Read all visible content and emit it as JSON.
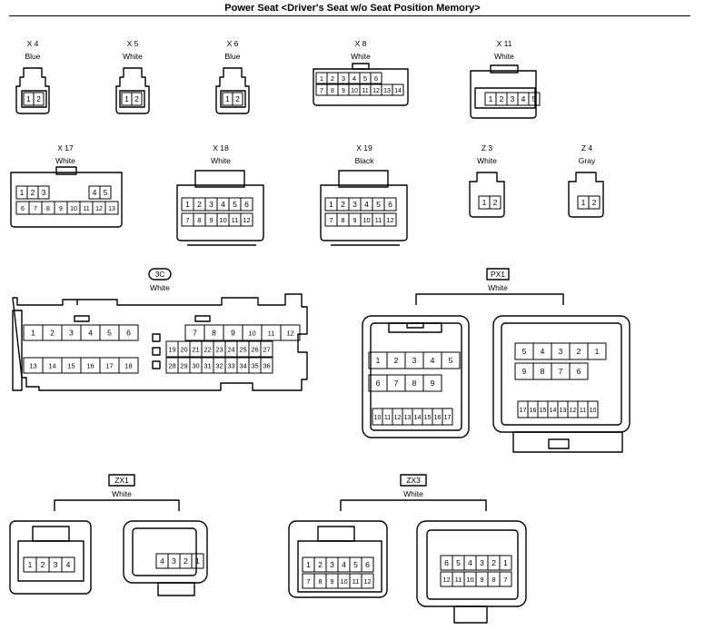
{
  "title": "Power Seat <Driver's Seat w/o Seat Position Memory>",
  "connectors": {
    "x4": {
      "id": "X 4",
      "color": "Blue",
      "pins": [
        "1",
        "2"
      ]
    },
    "x5": {
      "id": "X 5",
      "color": "White",
      "pins": [
        "1",
        "2"
      ]
    },
    "x6": {
      "id": "X 6",
      "color": "Blue",
      "pins": [
        "1",
        "2"
      ]
    },
    "x8": {
      "id": "X 8",
      "color": "White",
      "row1": [
        "1",
        "2",
        "3",
        "4",
        "5",
        "6"
      ],
      "row2": [
        "7",
        "8",
        "9",
        "10",
        "11",
        "12",
        "13",
        "14"
      ]
    },
    "x11": {
      "id": "X 11",
      "color": "White",
      "pins": [
        "1",
        "2",
        "3",
        "4",
        "5"
      ]
    },
    "x17": {
      "id": "X 17",
      "color": "White",
      "row1": [
        "1",
        "2",
        "3",
        "4",
        "5"
      ],
      "row2": [
        "6",
        "7",
        "8",
        "9",
        "10",
        "11",
        "12",
        "13"
      ]
    },
    "x18": {
      "id": "X 18",
      "color": "White",
      "row1": [
        "1",
        "2",
        "3",
        "4",
        "5",
        "6"
      ],
      "row2": [
        "7",
        "8",
        "9",
        "10",
        "11",
        "12"
      ]
    },
    "x19": {
      "id": "X 19",
      "color": "Black",
      "row1": [
        "1",
        "2",
        "3",
        "4",
        "5",
        "6"
      ],
      "row2": [
        "7",
        "8",
        "9",
        "10",
        "11",
        "12"
      ]
    },
    "z3": {
      "id": "Z 3",
      "color": "White",
      "pins": [
        "1",
        "2"
      ]
    },
    "z4": {
      "id": "Z 4",
      "color": "Gray",
      "pins": [
        "1",
        "2"
      ]
    },
    "c3": {
      "id": "3C",
      "color": "White",
      "row1a": [
        "1",
        "2",
        "3",
        "4",
        "5",
        "6"
      ],
      "row1b": [
        "7",
        "8",
        "9",
        "10",
        "11",
        "12"
      ],
      "row2b": [
        "19",
        "20",
        "21",
        "22",
        "23",
        "24",
        "25",
        "26",
        "27"
      ],
      "row2extra": "19",
      "row3a": [
        "13",
        "14",
        "15",
        "16",
        "17",
        "18"
      ],
      "row3b": [
        "28",
        "29",
        "30",
        "31",
        "32",
        "33",
        "34",
        "35",
        "36"
      ]
    },
    "px1": {
      "id": "PX1",
      "color": "White",
      "left_r1": [
        "1",
        "2",
        "3",
        "4",
        "5"
      ],
      "left_r2": [
        "6",
        "7",
        "8",
        "9"
      ],
      "left_r3": [
        "10",
        "11",
        "12",
        "13",
        "14",
        "15",
        "16",
        "17"
      ],
      "right_r1": [
        "5",
        "4",
        "3",
        "2",
        "1"
      ],
      "right_r2": [
        "9",
        "8",
        "7",
        "6"
      ],
      "right_r3": [
        "17",
        "16",
        "15",
        "14",
        "13",
        "12",
        "11",
        "10"
      ]
    },
    "zx1": {
      "id": "ZX1",
      "color": "White",
      "left": [
        "1",
        "2",
        "3",
        "4"
      ],
      "right": [
        "4",
        "3",
        "2",
        "1"
      ]
    },
    "zx3": {
      "id": "ZX3",
      "color": "White",
      "left_r1": [
        "1",
        "2",
        "3",
        "4",
        "5",
        "6"
      ],
      "left_r2": [
        "7",
        "8",
        "9",
        "10",
        "11",
        "12"
      ],
      "right_r1": [
        "6",
        "5",
        "4",
        "3",
        "2",
        "1"
      ],
      "right_r2": [
        "12",
        "11",
        "10",
        "9",
        "8",
        "7"
      ]
    }
  }
}
